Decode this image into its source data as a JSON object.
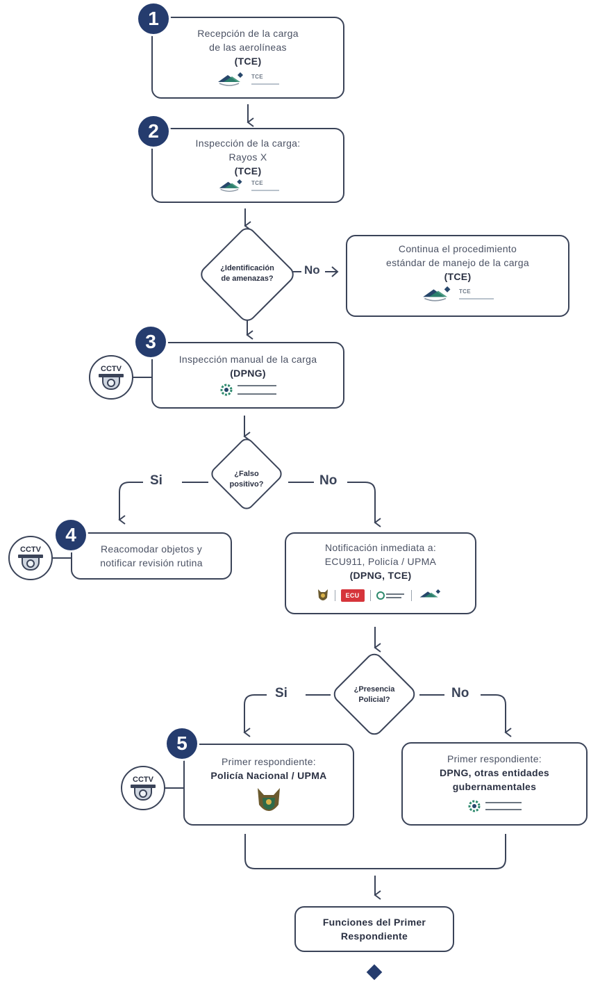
{
  "steps": {
    "s1": {
      "number": "1",
      "line1": "Recepción de la carga",
      "line2": "de las aerolíneas",
      "bold": "(TCE)"
    },
    "s2": {
      "number": "2",
      "line1": "Inspección de la carga:",
      "line2": "Rayos X",
      "bold": "(TCE)"
    },
    "s3": {
      "number": "3",
      "line1": "Inspección manual de la carga",
      "bold": "(DPNG)"
    },
    "s4": {
      "number": "4",
      "line1": "Reacomodar objetos y",
      "line2": "notificar revisión rutina"
    },
    "s5": {
      "number": "5",
      "line1": "Primer respondiente:",
      "bold": "Policía Nacional / UPMA"
    }
  },
  "standard_box": {
    "line1": "Continua el procedimiento",
    "line2": "estándar de manejo de la carga",
    "bold": "(TCE)"
  },
  "notify_box": {
    "line1": "Notificación inmediata a:",
    "line2": "ECU911, Policía / UPMA",
    "bold": "(DPNG, TCE)"
  },
  "dpng_box": {
    "line1": "Primer respondiente:",
    "bold1": "DPNG, otras entidades",
    "bold2": "gubernamentales"
  },
  "final_box": {
    "bold1": "Funciones del Primer",
    "bold2": "Respondiente"
  },
  "decisions": {
    "d1": {
      "line1": "¿Identificación",
      "line2": "de amenazas?",
      "no": "No"
    },
    "d2": {
      "line1": "¿Falso",
      "line2": "positivo?",
      "yes": "Si",
      "no": "No"
    },
    "d3": {
      "line1": "¿Presencia",
      "line2": "Policial?",
      "yes": "Si",
      "no": "No"
    }
  },
  "cctv_label": "CCTV",
  "logos": {
    "tce": "TCE",
    "ecu_text": "ECU"
  },
  "colors": {
    "line": "#3a4358",
    "badge": "#253c6e",
    "accent_green": "#2e8a6d",
    "accent_navy": "#27476b"
  }
}
